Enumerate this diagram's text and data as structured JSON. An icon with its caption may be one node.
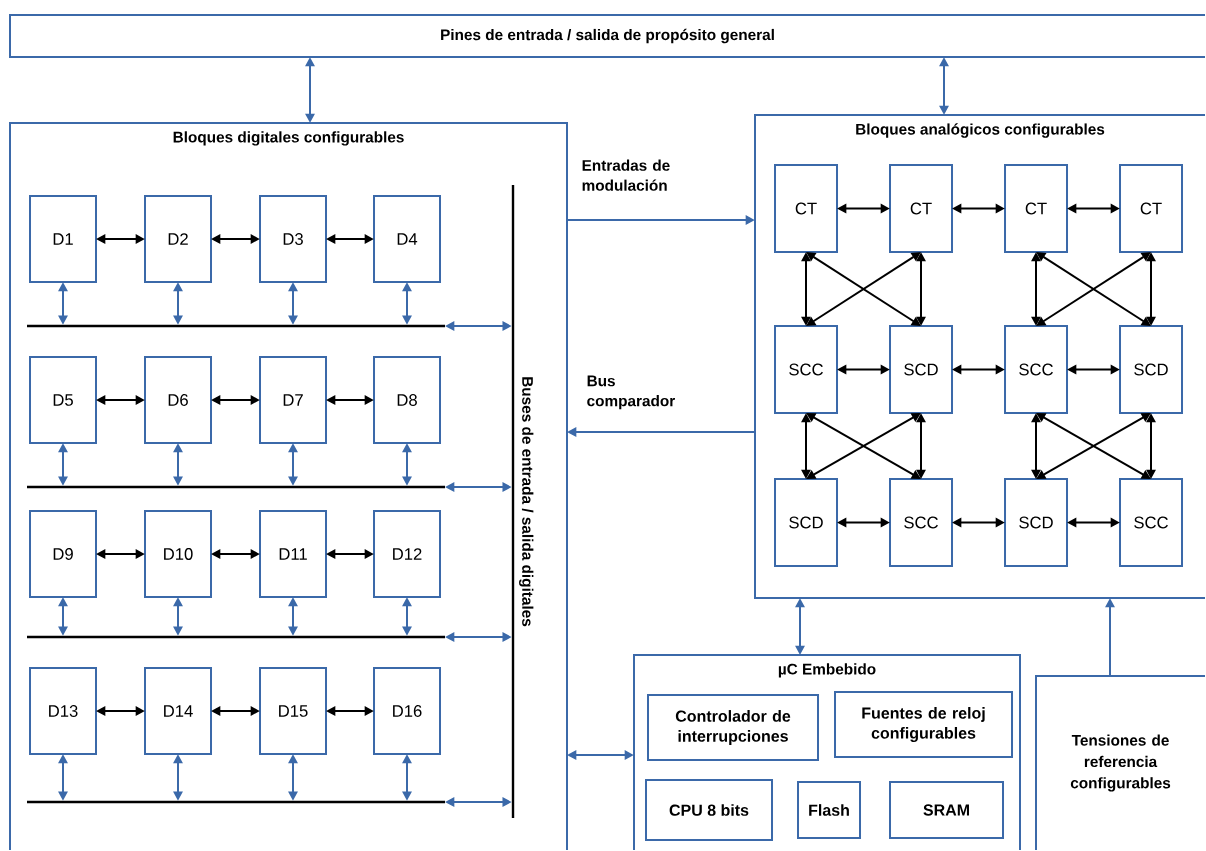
{
  "diagram": {
    "nodes": [
      {
        "text": [
          "Pines de entrada / salida de propósito general"
        ]
      },
      {
        "text": [
          "Bloques digitales configurables"
        ]
      },
      {
        "text": [
          "D1"
        ],
        "in": 1
      },
      {
        "text": [
          "D2"
        ],
        "in": 1
      },
      {
        "text": [
          "D3"
        ],
        "in": 1
      },
      {
        "text": [
          "D4"
        ],
        "in": 1
      },
      {
        "text": [
          "D5"
        ],
        "in": 1
      },
      {
        "text": [
          "D6"
        ],
        "in": 1
      },
      {
        "text": [
          "D7"
        ],
        "in": 1
      },
      {
        "text": [
          "D8"
        ],
        "in": 1
      },
      {
        "text": [
          "D9"
        ],
        "in": 1
      },
      {
        "text": [
          "D10"
        ],
        "in": 1
      },
      {
        "text": [
          "D11"
        ],
        "in": 1
      },
      {
        "text": [
          "D12"
        ],
        "in": 1
      },
      {
        "text": [
          "D13"
        ],
        "in": 1
      },
      {
        "text": [
          "D14"
        ],
        "in": 1
      },
      {
        "text": [
          "D15"
        ],
        "in": 1
      },
      {
        "text": [
          "D16"
        ],
        "in": 1
      },
      {
        "text": [],
        "shape": "bar",
        "in": 1
      },
      {
        "text": [],
        "shape": "bar",
        "in": 1
      },
      {
        "text": [],
        "shape": "bar",
        "in": 1
      },
      {
        "text": [],
        "shape": "bar",
        "in": 1
      },
      {
        "text": [],
        "shape": "bar",
        "in": 1,
        "beside": [
          "Buses de entrada / salida digitales"
        ]
      },
      {
        "text": [
          "Bloques analógicos configurables"
        ]
      },
      {
        "text": [
          "CT"
        ],
        "in": 23
      },
      {
        "text": [
          "CT"
        ],
        "in": 23
      },
      {
        "text": [
          "CT"
        ],
        "in": 23
      },
      {
        "text": [
          "CT"
        ],
        "in": 23
      },
      {
        "text": [
          "SCC"
        ],
        "in": 23
      },
      {
        "text": [
          "SCD"
        ],
        "in": 23
      },
      {
        "text": [
          "SCC"
        ],
        "in": 23
      },
      {
        "text": [
          "SCD"
        ],
        "in": 23
      },
      {
        "text": [
          "SCD"
        ],
        "in": 23
      },
      {
        "text": [
          "SCC"
        ],
        "in": 23
      },
      {
        "text": [
          "SCD"
        ],
        "in": 23
      },
      {
        "text": [
          "SCC"
        ],
        "in": 23
      },
      {
        "text": [
          "µC Embebido"
        ]
      },
      {
        "text": [
          "Controlador de interrupciones"
        ],
        "in": 36
      },
      {
        "text": [
          "Fuentes de reloj configurables"
        ],
        "in": 36
      },
      {
        "text": [
          "CPU 8 bits"
        ],
        "in": 36
      },
      {
        "text": [
          "Flash"
        ],
        "in": 36
      },
      {
        "text": [
          "SRAM"
        ],
        "in": 36
      },
      {
        "text": [
          "Tensiones de referencia configurables"
        ]
      }
    ],
    "edges": [
      {
        "from": 0,
        "to": 1,
        "arrow": "both",
        "color": "#3b69a9"
      },
      {
        "from": 0,
        "to": 23,
        "arrow": "both",
        "color": "#3b69a9"
      },
      {
        "from": 2,
        "to": 3,
        "arrow": "both"
      },
      {
        "from": 3,
        "to": 4,
        "arrow": "both"
      },
      {
        "from": 4,
        "to": 5,
        "arrow": "both"
      },
      {
        "from": 6,
        "to": 7,
        "arrow": "both"
      },
      {
        "from": 7,
        "to": 8,
        "arrow": "both"
      },
      {
        "from": 8,
        "to": 9,
        "arrow": "both"
      },
      {
        "from": 10,
        "to": 11,
        "arrow": "both"
      },
      {
        "from": 11,
        "to": 12,
        "arrow": "both"
      },
      {
        "from": 12,
        "to": 13,
        "arrow": "both"
      },
      {
        "from": 14,
        "to": 15,
        "arrow": "both"
      },
      {
        "from": 15,
        "to": 16,
        "arrow": "both"
      },
      {
        "from": 16,
        "to": 17,
        "arrow": "both"
      },
      {
        "from": 2,
        "to": 18,
        "arrow": "both",
        "color": "#3b69a9"
      },
      {
        "from": 3,
        "to": 18,
        "arrow": "both",
        "color": "#3b69a9"
      },
      {
        "from": 4,
        "to": 18,
        "arrow": "both",
        "color": "#3b69a9"
      },
      {
        "from": 5,
        "to": 18,
        "arrow": "both",
        "color": "#3b69a9"
      },
      {
        "from": 6,
        "to": 19,
        "arrow": "both",
        "color": "#3b69a9"
      },
      {
        "from": 7,
        "to": 19,
        "arrow": "both",
        "color": "#3b69a9"
      },
      {
        "from": 8,
        "to": 19,
        "arrow": "both",
        "color": "#3b69a9"
      },
      {
        "from": 9,
        "to": 19,
        "arrow": "both",
        "color": "#3b69a9"
      },
      {
        "from": 10,
        "to": 20,
        "arrow": "both",
        "color": "#3b69a9"
      },
      {
        "from": 11,
        "to": 20,
        "arrow": "both",
        "color": "#3b69a9"
      },
      {
        "from": 12,
        "to": 20,
        "arrow": "both",
        "color": "#3b69a9"
      },
      {
        "from": 13,
        "to": 20,
        "arrow": "both",
        "color": "#3b69a9"
      },
      {
        "from": 14,
        "to": 21,
        "arrow": "both",
        "color": "#3b69a9"
      },
      {
        "from": 15,
        "to": 21,
        "arrow": "both",
        "color": "#3b69a9"
      },
      {
        "from": 16,
        "to": 21,
        "arrow": "both",
        "color": "#3b69a9"
      },
      {
        "from": 17,
        "to": 21,
        "arrow": "both",
        "color": "#3b69a9"
      },
      {
        "from": 18,
        "to": 22,
        "arrow": "both",
        "color": "#3b69a9"
      },
      {
        "from": 19,
        "to": 22,
        "arrow": "both",
        "color": "#3b69a9"
      },
      {
        "from": 20,
        "to": 22,
        "arrow": "both",
        "color": "#3b69a9"
      },
      {
        "from": 21,
        "to": 22,
        "arrow": "both",
        "color": "#3b69a9"
      },
      {
        "from": 1,
        "to": 23,
        "arrow": "to",
        "label": "Entradas de modulación",
        "color": "#3b69a9"
      },
      {
        "from": 23,
        "to": 1,
        "arrow": "to",
        "label": "Bus comparador",
        "color": "#3b69a9"
      },
      {
        "from": 1,
        "to": 36,
        "arrow": "both",
        "color": "#3b69a9"
      },
      {
        "from": 23,
        "to": 36,
        "arrow": "both",
        "color": "#3b69a9"
      },
      {
        "from": 42,
        "to": 23,
        "arrow": "to",
        "color": "#3b69a9"
      },
      {
        "from": 24,
        "to": 25,
        "arrow": "both"
      },
      {
        "from": 25,
        "to": 26,
        "arrow": "both"
      },
      {
        "from": 26,
        "to": 27,
        "arrow": "both"
      },
      {
        "from": 28,
        "to": 29,
        "arrow": "both"
      },
      {
        "from": 29,
        "to": 30,
        "arrow": "both"
      },
      {
        "from": 30,
        "to": 31,
        "arrow": "both"
      },
      {
        "from": 32,
        "to": 33,
        "arrow": "both"
      },
      {
        "from": 33,
        "to": 34,
        "arrow": "both"
      },
      {
        "from": 34,
        "to": 35,
        "arrow": "both"
      },
      {
        "from": 24,
        "to": 28,
        "arrow": "both"
      },
      {
        "from": 25,
        "to": 29,
        "arrow": "both"
      },
      {
        "from": 26,
        "to": 30,
        "arrow": "both"
      },
      {
        "from": 27,
        "to": 31,
        "arrow": "both"
      },
      {
        "from": 28,
        "to": 32,
        "arrow": "both"
      },
      {
        "from": 29,
        "to": 33,
        "arrow": "both"
      },
      {
        "from": 30,
        "to": 34,
        "arrow": "both"
      },
      {
        "from": 31,
        "to": 35,
        "arrow": "both"
      },
      {
        "from": 24,
        "to": 29,
        "arrow": "both"
      },
      {
        "from": 25,
        "to": 28,
        "arrow": "both"
      },
      {
        "from": 26,
        "to": 31,
        "arrow": "both"
      },
      {
        "from": 27,
        "to": 30,
        "arrow": "both"
      },
      {
        "from": 28,
        "to": 33,
        "arrow": "both"
      },
      {
        "from": 29,
        "to": 32,
        "arrow": "both"
      },
      {
        "from": 30,
        "to": 35,
        "arrow": "both"
      },
      {
        "from": 31,
        "to": 34,
        "arrow": "both"
      }
    ]
  }
}
